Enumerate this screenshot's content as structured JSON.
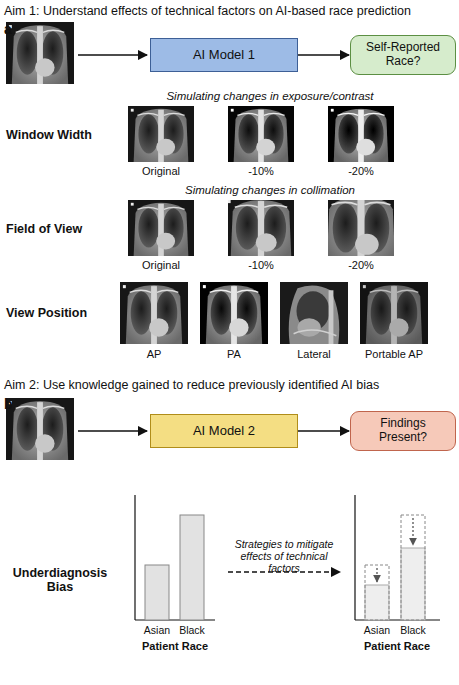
{
  "diagram": {
    "nodes": [
      {
        "text": [
          "AI Model 1"
        ]
      },
      {
        "text": [
          "Self-Reported Race?"
        ]
      },
      {
        "text": [
          "AI Model 2"
        ]
      },
      {
        "text": [
          "Findings Present?"
        ]
      }
    ],
    "edges": [
      {
        "from": 0,
        "to": 1,
        "arrow": "to"
      },
      {
        "from": 2,
        "to": 3,
        "arrow": "to"
      }
    ],
    "labels": [
      "Aim 1: Understand effects of technical factors on AI-based race prediction",
      "a",
      "Simulating changes in exposure/contrast",
      "Window Width",
      "Original",
      "-10%",
      "-20%",
      "Simulating changes in collimation",
      "Field of View",
      "Original",
      "-10%",
      "-20%",
      "View Position",
      "AP",
      "PA",
      "Lateral",
      "Portable AP",
      "Aim 2: Use knowledge gained to reduce previously identified AI bias",
      "b",
      "Underdiagnosis Bias",
      "Asian",
      "Black",
      "Patient Race",
      "Strategies to mitigate effects of technical factors",
      "Asian",
      "Black",
      "Patient Race"
    ]
  }
}
